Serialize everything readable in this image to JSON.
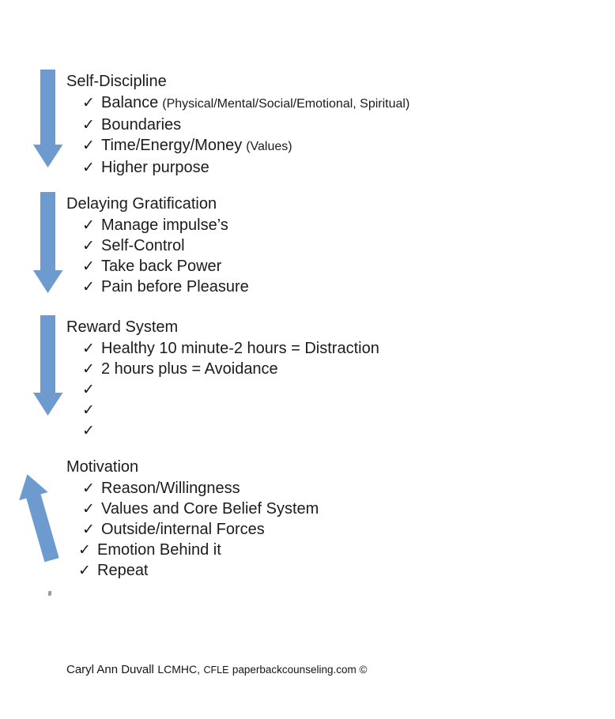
{
  "page": {
    "arrow_color": "#6d9bd0",
    "background": "#ffffff",
    "checkmark": "✓"
  },
  "sections": [
    {
      "title": "Self-Discipline",
      "arrow": "down-arrow",
      "items": [
        {
          "text": "Balance",
          "note": "(Physical/Mental/Social/Emotional, Spiritual)"
        },
        {
          "text": "Boundaries",
          "note": ""
        },
        {
          "text": "Time/Energy/Money",
          "note": "(Values)"
        },
        {
          "text": "Higher purpose",
          "note": ""
        }
      ]
    },
    {
      "title": "Delaying Gratification",
      "arrow": "down-arrow",
      "items": [
        {
          "text": "Manage impulse’s",
          "note": ""
        },
        {
          "text": "Self-Control",
          "note": ""
        },
        {
          "text": "Take back Power",
          "note": ""
        },
        {
          "text": "Pain before Pleasure",
          "note": ""
        }
      ]
    },
    {
      "title": "Reward System",
      "arrow": "down-arrow",
      "items": [
        {
          "text": "Healthy 10 minute-2 hours = Distraction",
          "note": ""
        },
        {
          "text": "2 hours plus = Avoidance",
          "note": ""
        },
        {
          "text": "",
          "note": ""
        },
        {
          "text": "",
          "note": ""
        },
        {
          "text": "",
          "note": ""
        }
      ]
    },
    {
      "title": "Motivation",
      "arrow": "up-arrow",
      "items": [
        {
          "text": "Reason/Willingness",
          "note": ""
        },
        {
          "text": "Values and Core Belief System",
          "note": ""
        },
        {
          "text": "Outside/internal Forces",
          "note": ""
        },
        {
          "text": "Emotion Behind it",
          "note": ""
        },
        {
          "text": "Repeat",
          "note": ""
        }
      ]
    }
  ],
  "footer": {
    "name": "Caryl Ann Duvall",
    "credential1": "LCMHC,",
    "credential2": "CFLE",
    "site": "paperbackcounseling.com ©"
  }
}
